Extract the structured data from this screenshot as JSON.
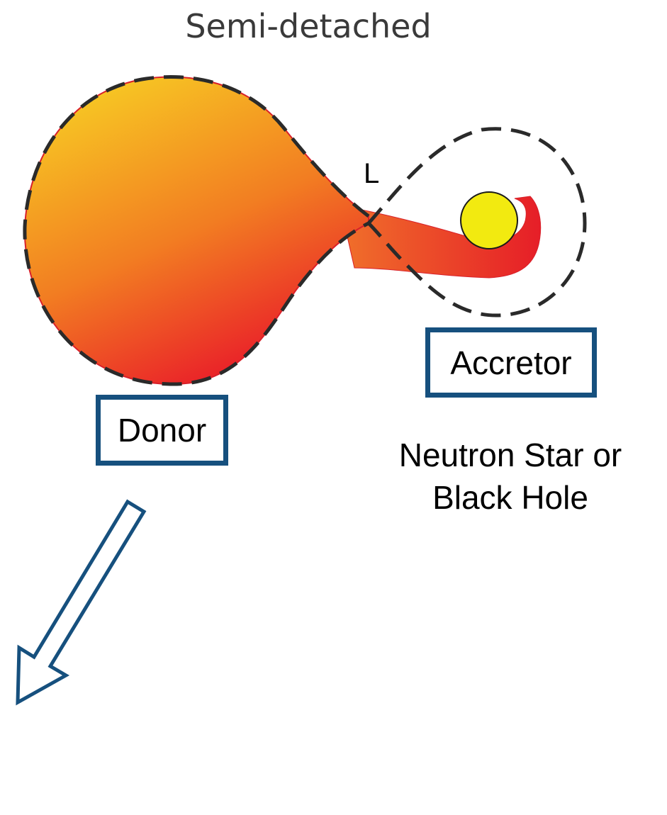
{
  "title": "Semi-detached",
  "lagrange_point_label": "L",
  "donor_label": "Donor",
  "accretor_label": "Accretor",
  "accretor_type": {
    "line1": "Neutron Star or",
    "line2": "Black Hole"
  },
  "colors": {
    "donor_gradient_start": "#f7c823",
    "donor_gradient_end": "#e8102a",
    "accretor_star_fill": "#f2ea10",
    "box_border": "#16507e",
    "arrow_stroke": "#16507e",
    "dashed_outline": "#2a2a2a",
    "title_text": "#3a3a3a"
  },
  "icons": {
    "arrow": "outlined-arrow-down-left"
  }
}
